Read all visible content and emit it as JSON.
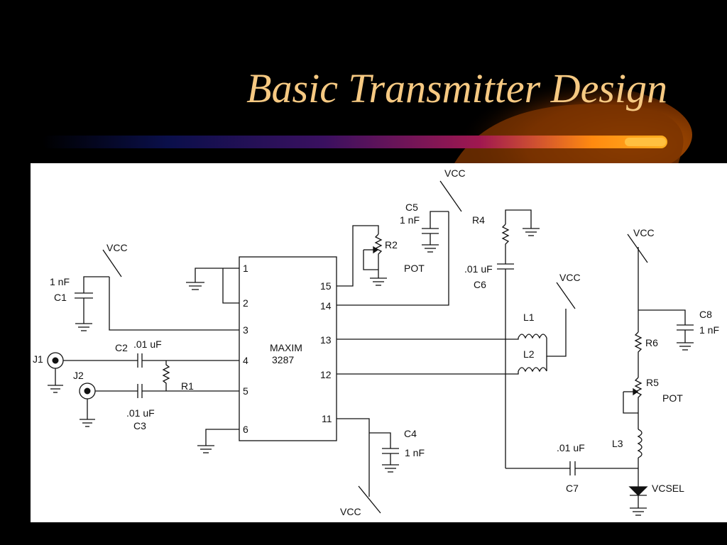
{
  "slide": {
    "title": "Basic Transmitter Design",
    "colors": {
      "background": "#000000",
      "title": "#f6c982",
      "swoosh": "#f39c12",
      "swoosh_dark": "#8a3a00",
      "schematic_bg": "#ffffff",
      "line": "#111111"
    }
  },
  "schematic": {
    "ic": {
      "name": "MAXIM",
      "part": "3287"
    },
    "pins": [
      "1",
      "2",
      "3",
      "4",
      "5",
      "6",
      "15",
      "14",
      "13",
      "12",
      "11"
    ],
    "vcc": "VCC",
    "components": {
      "c1_value": "1 nF",
      "c1_name": "C1",
      "c2_name": "C2",
      "c2_value": ".01 uF",
      "c3_value": ".01 uF",
      "c3_name": "C3",
      "c4_name": "C4",
      "c4_value": "1 nF",
      "c5_name": "C5",
      "c5_value": "1 nF",
      "c6_value": ".01 uF",
      "c6_name": "C6",
      "c7_value": ".01 uF",
      "c7_name": "C7",
      "c8_name": "C8",
      "c8_value": "1 nF",
      "r1": "R1",
      "r2": "R2",
      "r2_pot": "POT",
      "r4": "R4",
      "r5": "R5",
      "r5_pot": "POT",
      "r6": "R6",
      "l1": "L1",
      "l2": "L2",
      "l3": "L3",
      "j1": "J1",
      "j2": "J2",
      "vcsel": "VCSEL"
    }
  }
}
